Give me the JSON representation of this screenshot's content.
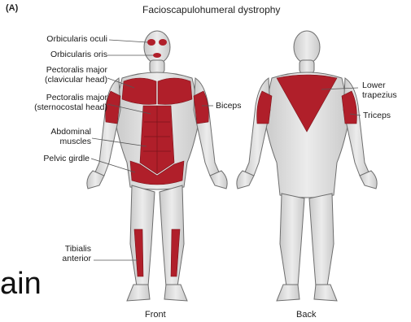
{
  "panel_tag": "(A)",
  "title": "Facioscapulohumeral dystrophy",
  "labels_front_left": [
    "Orbicularis oculi",
    "Orbicularis oris",
    "Pectoralis major",
    "(clavicular head)",
    "Pectoralis major",
    "(sternocostal head)",
    "Abdominal",
    "muscles",
    "Pelvic girdle",
    "Tibialis",
    "anterior"
  ],
  "label_biceps": "Biceps",
  "labels_back_right": [
    "Lower",
    "trapezius",
    "Triceps"
  ],
  "view_front": "Front",
  "view_back": "Back",
  "fragment_text": "ain",
  "colors": {
    "affected_muscle": "#b01f2a",
    "body": "#dcdcdc",
    "outline": "#6e6e6e",
    "leader": "#555555"
  }
}
